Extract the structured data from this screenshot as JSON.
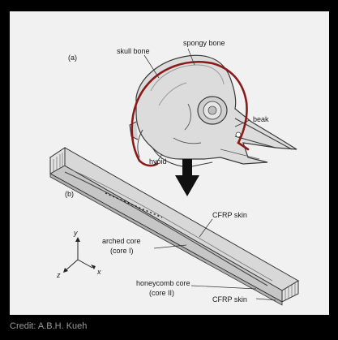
{
  "figure": {
    "panel_a": {
      "tag": "(a)",
      "labels": {
        "skull_bone": "skull bone",
        "spongy_bone": "spongy bone",
        "beak": "beak",
        "hyoid": "hyoid"
      }
    },
    "panel_b": {
      "tag": "(b)",
      "labels": {
        "cfrp_skin_top": "CFRP skin",
        "arched_core_line1": "arched core",
        "arched_core_line2": "(core I)",
        "honeycomb_line1": "honeycomb core",
        "honeycomb_line2": "(core II)",
        "cfrp_skin_bottom": "CFRP skin"
      },
      "axes": {
        "y": "y",
        "x": "x",
        "z": "z"
      }
    },
    "credit": "Credit: A.B.H. Kueh"
  },
  "colors": {
    "background": "#000000",
    "panel": "#f1f1f1",
    "hyoid_red": "#8b1a1a",
    "ink": "#1a1a1a",
    "credit_text": "#9a9a9a"
  }
}
